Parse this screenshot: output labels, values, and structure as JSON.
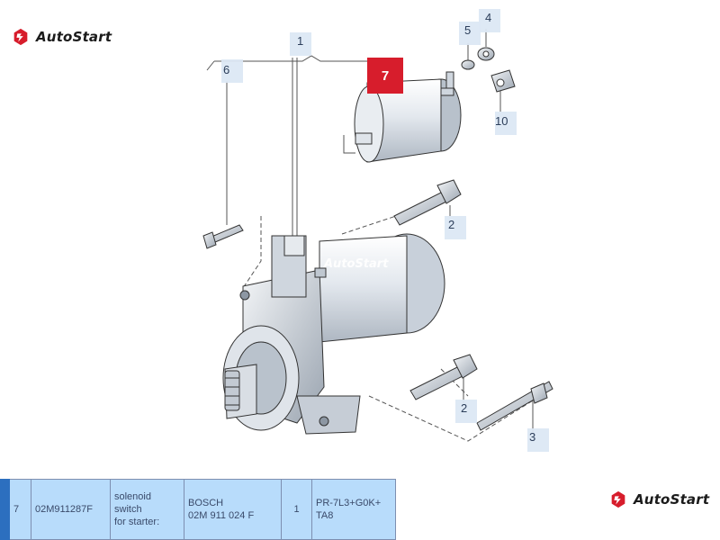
{
  "brand": {
    "name": "AutoStart",
    "mark_color": "#d71d2c"
  },
  "diagram": {
    "watermark": "AutoStart",
    "active_callout": "7",
    "callouts": [
      "1",
      "2",
      "2",
      "3",
      "4",
      "5",
      "6",
      "10"
    ]
  },
  "table": {
    "row": {
      "position": "7",
      "part_number": "02M911287F",
      "description_lines": [
        "solenoid",
        "switch",
        "for starter:"
      ],
      "manufacturer": "BOSCH",
      "oem_number": "02M 911 024 F",
      "quantity": "1",
      "notes": "PR-7L3+G0K+ TA8"
    }
  },
  "colors": {
    "highlight": "#d71d2c",
    "callout_bg": "#dce8f4",
    "table_row": "#b8dcfb",
    "row_marker": "#2c6fbf"
  }
}
